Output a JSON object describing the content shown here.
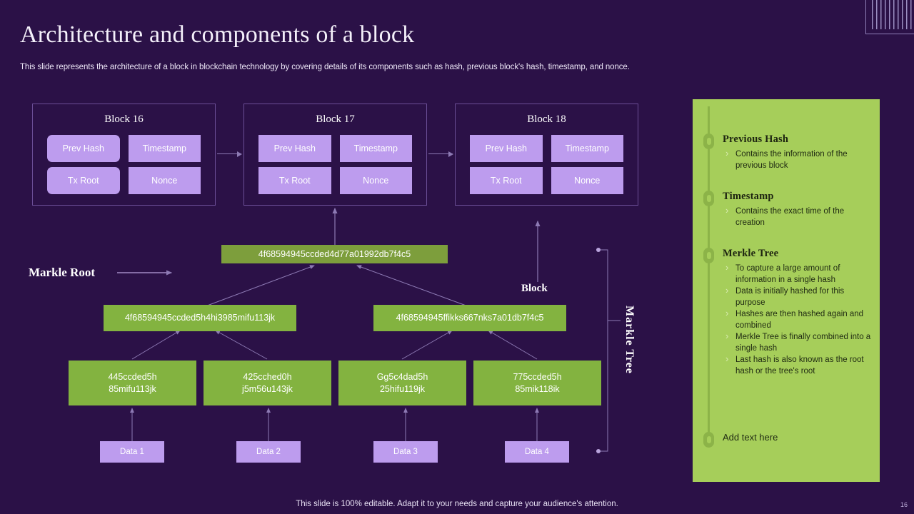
{
  "slide": {
    "title": "Architecture and components of a block",
    "subtitle": "This slide represents the architecture of a block in blockchain technology by covering details of its components such as hash, previous block's hash, timestamp, and nonce.",
    "footer_note": "This slide is 100% editable. Adapt it to your needs and capture your audience's attention.",
    "page_number": "16"
  },
  "colors": {
    "background": "#2b1147",
    "panel_green": "#a6ce5a",
    "hash_green": "#83b340",
    "chip_purple": "#bd9cee",
    "card_border": "#6b4e96",
    "connector": "#8d7ab4"
  },
  "blocks": [
    {
      "title": "Block 16",
      "fields": [
        "Prev Hash",
        "Timestamp",
        "Tx Root",
        "Nonce"
      ]
    },
    {
      "title": "Block 17",
      "fields": [
        "Prev Hash",
        "Timestamp",
        "Tx Root",
        "Nonce"
      ]
    },
    {
      "title": "Block 18",
      "fields": [
        "Prev Hash",
        "Timestamp",
        "Tx Root",
        "Nonce"
      ]
    }
  ],
  "merkle": {
    "root_hash": "4f68594945ccded4d77a01992db7f4c5",
    "branch_hashes": [
      "4f68594945ccded5h4hi3985mifu113jk",
      "4f68594945ffikks667nks7a01db7f4c5"
    ],
    "leaf_hashes": [
      "445ccded5h\n85mifu113jk",
      "425cched0h\nj5m56u143jk",
      "Gg5c4dad5h\n25hifu119jk",
      "775ccded5h\n85mik118ik"
    ],
    "data_boxes": [
      "Data 1",
      "Data 2",
      "Data 3",
      "Data 4"
    ],
    "labels": {
      "markle_root": "Markle Root",
      "block": "Block",
      "markle_tree": "Markle Tree"
    }
  },
  "side_panel": {
    "sections": [
      {
        "heading": "Previous Hash",
        "bullets": [
          "Contains the information of the previous block"
        ]
      },
      {
        "heading": "Timestamp",
        "bullets": [
          "Contains the exact time of the creation"
        ]
      },
      {
        "heading": "Merkle Tree",
        "bullets": [
          "To capture a large amount of information in a single hash",
          "Data is initially hashed for this purpose",
          "Hashes are then hashed again and combined",
          "Merkle Tree is finally combined into a single hash",
          "Last hash is also known as the root hash or the tree's root"
        ]
      }
    ],
    "add_text": "Add text here"
  }
}
